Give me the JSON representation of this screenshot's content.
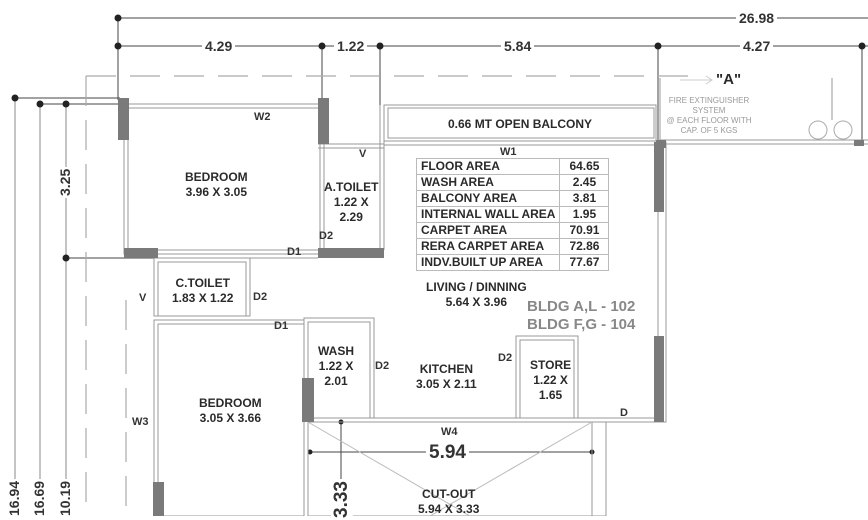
{
  "drawing": {
    "type": "apartment floor plan",
    "dimensions_top": {
      "overall": "26.98",
      "segments": [
        "4.29",
        "1.22",
        "5.84",
        "4.27"
      ]
    },
    "dimensions_left": {
      "segment": "3.25",
      "overall": [
        "16.94",
        "16.69",
        "10.19"
      ]
    },
    "marker": {
      "label": "\"A\"",
      "note": [
        "FIRE EXTINGUISHER",
        "SYSTEM",
        "@ EACH FLOOR WITH",
        "CAP. OF 5 KGS"
      ]
    },
    "balcony": "0.66 MT OPEN BALCONY",
    "rooms": [
      {
        "name": "BEDROOM",
        "size": "3.96 X 3.05"
      },
      {
        "name": "A.TOILET",
        "size": "1.22 X",
        "size2": "2.29"
      },
      {
        "name": "C.TOILET",
        "size": "1.83 X 1.22"
      },
      {
        "name": "LIVING / DINNING",
        "size": "5.64 X 3.96"
      },
      {
        "name": "WASH",
        "size": "1.22 X",
        "size2": "2.01"
      },
      {
        "name": "KITCHEN",
        "size": "3.05 X 2.11"
      },
      {
        "name": "STORE",
        "size": "1.22 X",
        "size2": "1.65"
      },
      {
        "name": "BEDROOM",
        "size": "3.05 X 3.66"
      },
      {
        "name": "CUT-OUT",
        "size": "5.94 X 3.33"
      }
    ],
    "openings": {
      "w1": "W1",
      "w2": "W2",
      "w3": "W3",
      "w4": "W4",
      "d1": "D1",
      "d2": "D2",
      "d": "D",
      "v": "V"
    },
    "cutout_dims": {
      "width": "5.94",
      "depth": "3.33"
    },
    "area_table": [
      {
        "label": "FLOOR AREA",
        "value": "64.65"
      },
      {
        "label": "WASH AREA",
        "value": "2.45"
      },
      {
        "label": "BALCONY AREA",
        "value": "3.81"
      },
      {
        "label": "INTERNAL WALL AREA",
        "value": "1.95"
      },
      {
        "label": "CARPET AREA",
        "value": "70.91"
      },
      {
        "label": "RERA CARPET AREA",
        "value": "72.86"
      },
      {
        "label": "INDV.BUILT UP AREA",
        "value": "77.67"
      }
    ],
    "building_labels": [
      "BLDG A,L - 102",
      "BLDG F,G - 104"
    ]
  }
}
